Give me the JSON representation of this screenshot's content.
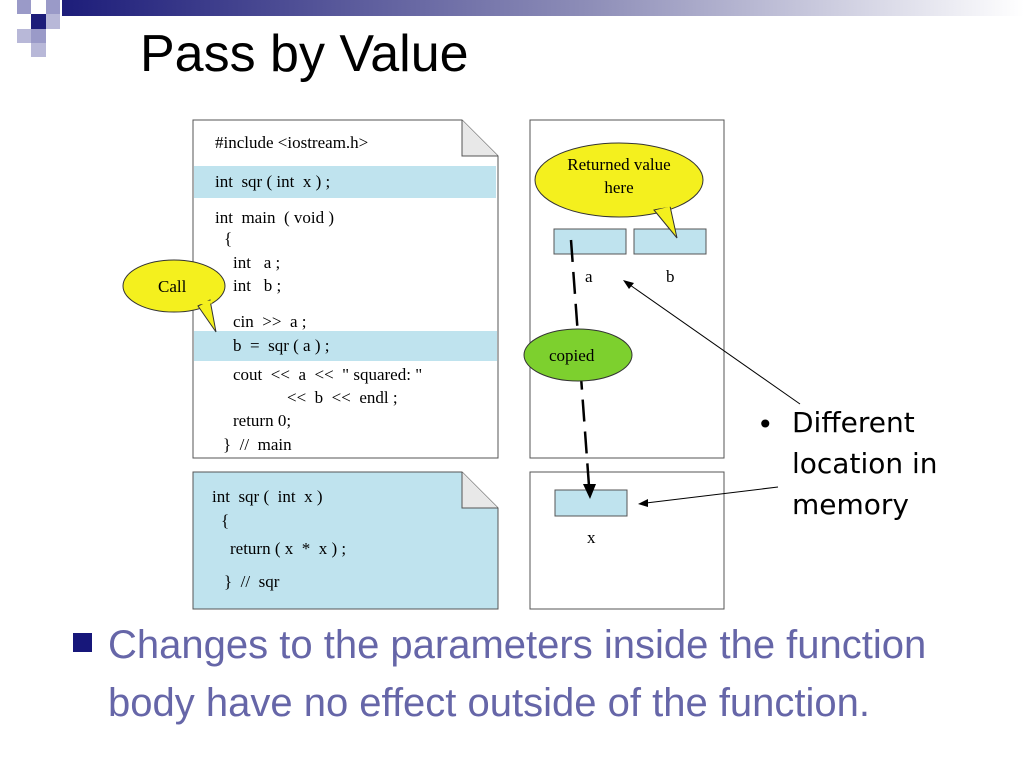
{
  "slide": {
    "title": "Pass by Value",
    "bottom_bullet": "Changes to the parameters inside the function body have no effect outside of the function."
  },
  "code_main": {
    "lines": [
      "#include <iostream.h>",
      "int  sqr ( int  x ) ;",
      "int  main  ( void )",
      "{",
      "int   a ;",
      "int   b ;",
      "cin  >>  a ;",
      "b  =  sqr ( a ) ;",
      "cout  <<  a  <<  \" squared: \"",
      "<<  b  <<  endl ;",
      "return 0;",
      "}  //  main"
    ]
  },
  "code_sqr": {
    "lines": [
      "int  sqr (  int  x )",
      "{",
      "return ( x  *  x ) ;",
      "}  //  sqr"
    ]
  },
  "callouts": {
    "call": "Call",
    "returned": [
      "Returned value",
      "here"
    ],
    "copied": "copied"
  },
  "memory": {
    "var_a": "a",
    "var_b": "b",
    "var_x": "x"
  },
  "note": {
    "bullet": "•",
    "text": "Different location in memory"
  },
  "colors": {
    "highlight": "#bfe3ee",
    "yellow_callout": "#f4f01e",
    "green_callout": "#7dd02e",
    "bottom_text": "#6666a8",
    "title_bar": "#1d1d7a"
  }
}
